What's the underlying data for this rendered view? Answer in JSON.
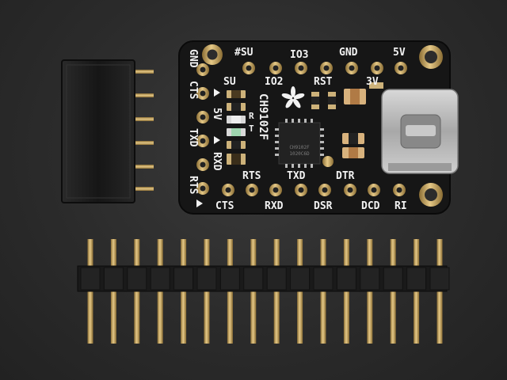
{
  "board": {
    "top_labels": [
      "#SU",
      "IO3",
      "GND",
      "5V"
    ],
    "row2_labels": [
      "SU",
      "IO2",
      "RST",
      "3V"
    ],
    "left_labels": [
      "GND",
      "CTS",
      "5V",
      "TXD",
      "RXD",
      "RTS"
    ],
    "side_marks": [
      "SU",
      "5V",
      "RTS"
    ],
    "chip_title": "CH9102F",
    "chip_marking": [
      "CH9102F",
      "1020C6D"
    ],
    "mid_labels": [
      "TXD",
      "DTR",
      "RTS"
    ],
    "bottom_labels": [
      "CTS",
      "RXD",
      "DSR",
      "DCD",
      "RI"
    ],
    "led_labels": [
      "R",
      "T"
    ]
  },
  "colors": {
    "pcb": "#161616",
    "gold": "#c9a558",
    "silk": "#f2f2f2",
    "plastic": "#1c1c1c",
    "background": "#2d2d2d"
  }
}
